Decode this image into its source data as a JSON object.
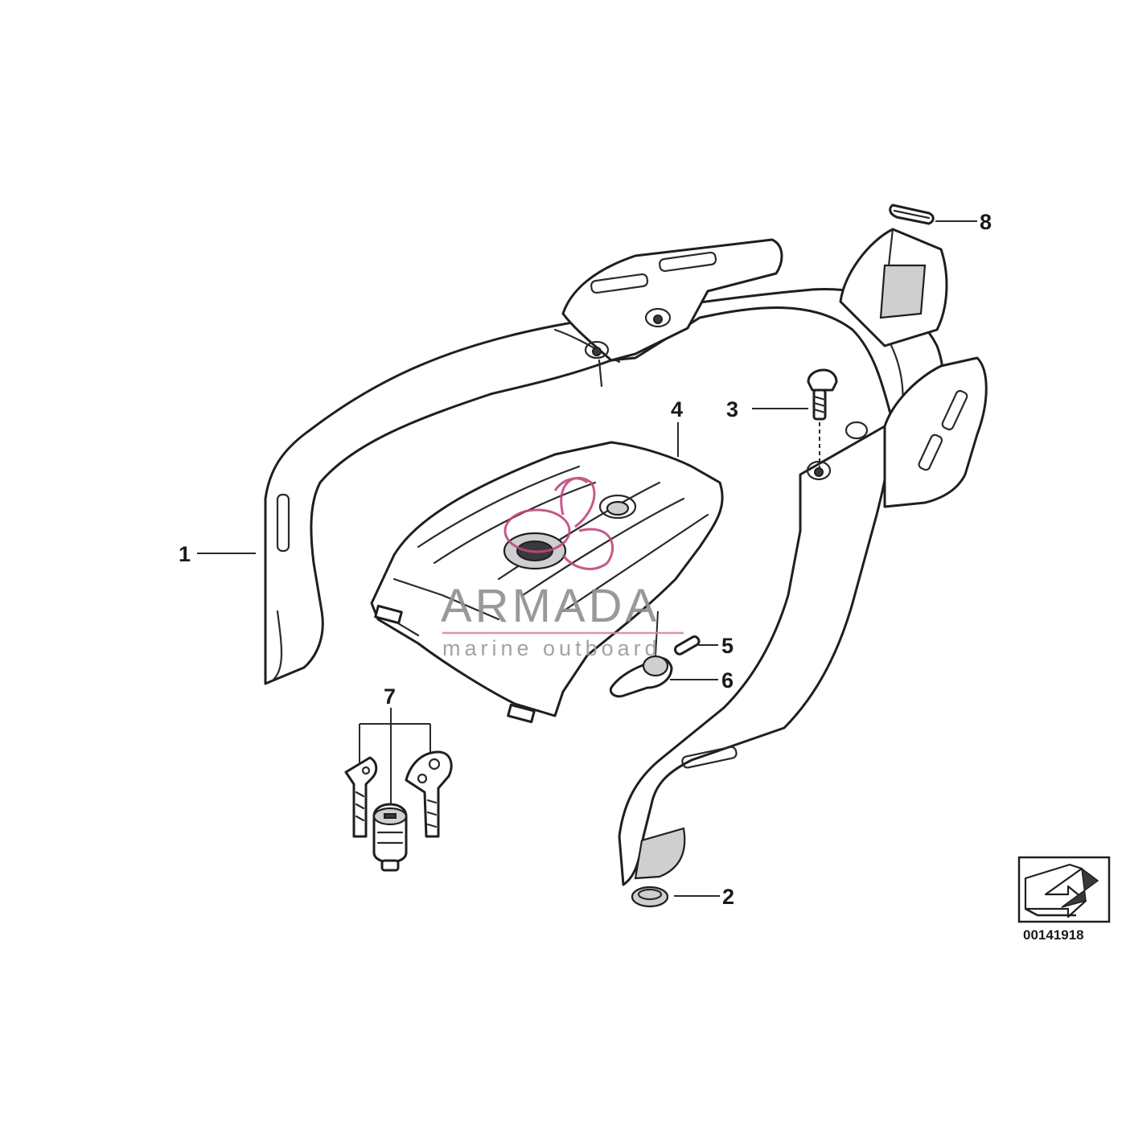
{
  "diagram": {
    "reference_number": "00141918",
    "callouts": [
      {
        "id": "1",
        "label": "1"
      },
      {
        "id": "2",
        "label": "2"
      },
      {
        "id": "3",
        "label": "3"
      },
      {
        "id": "4",
        "label": "4"
      },
      {
        "id": "5",
        "label": "5"
      },
      {
        "id": "6",
        "label": "6"
      },
      {
        "id": "7",
        "label": "7"
      },
      {
        "id": "8",
        "label": "8"
      }
    ]
  },
  "watermark": {
    "brand": "ARMADA",
    "tagline": "marine outboard",
    "logo_color": "#c2467e",
    "line_color": "#d48aac"
  }
}
